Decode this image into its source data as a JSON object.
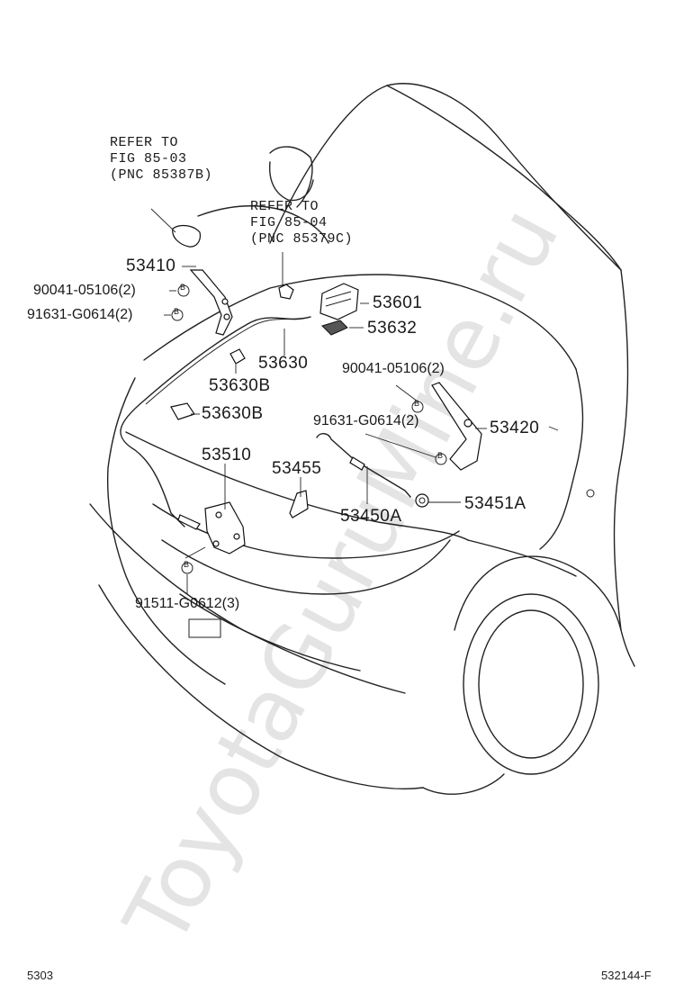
{
  "watermark": "ToyotaGuruMine.ru",
  "references": [
    {
      "lines": [
        "REFER TO",
        "FIG 85-03",
        "(PNC 85387B)"
      ]
    },
    {
      "lines": [
        "REFER TO",
        "FIG 85-04",
        "(PNC 85379C)"
      ]
    }
  ],
  "labels": {
    "p53410": "53410",
    "b90041_l": "90041-05106(2)",
    "b91631_l": "91631-G0614(2)",
    "p53601": "53601",
    "p53632": "53632",
    "p53630": "53630",
    "p53630b_1": "53630B",
    "p53630b_2": "53630B",
    "b90041_r": "90041-05106(2)",
    "b91631_r": "91631-G0614(2)",
    "p53420": "53420",
    "p53510": "53510",
    "p53455": "53455",
    "p53450a": "53450A",
    "p53451a": "53451A",
    "b91511": "91511-G0612(3)"
  },
  "bolt_marker": "B",
  "footer": {
    "left": "5303",
    "right": "532144-F"
  }
}
